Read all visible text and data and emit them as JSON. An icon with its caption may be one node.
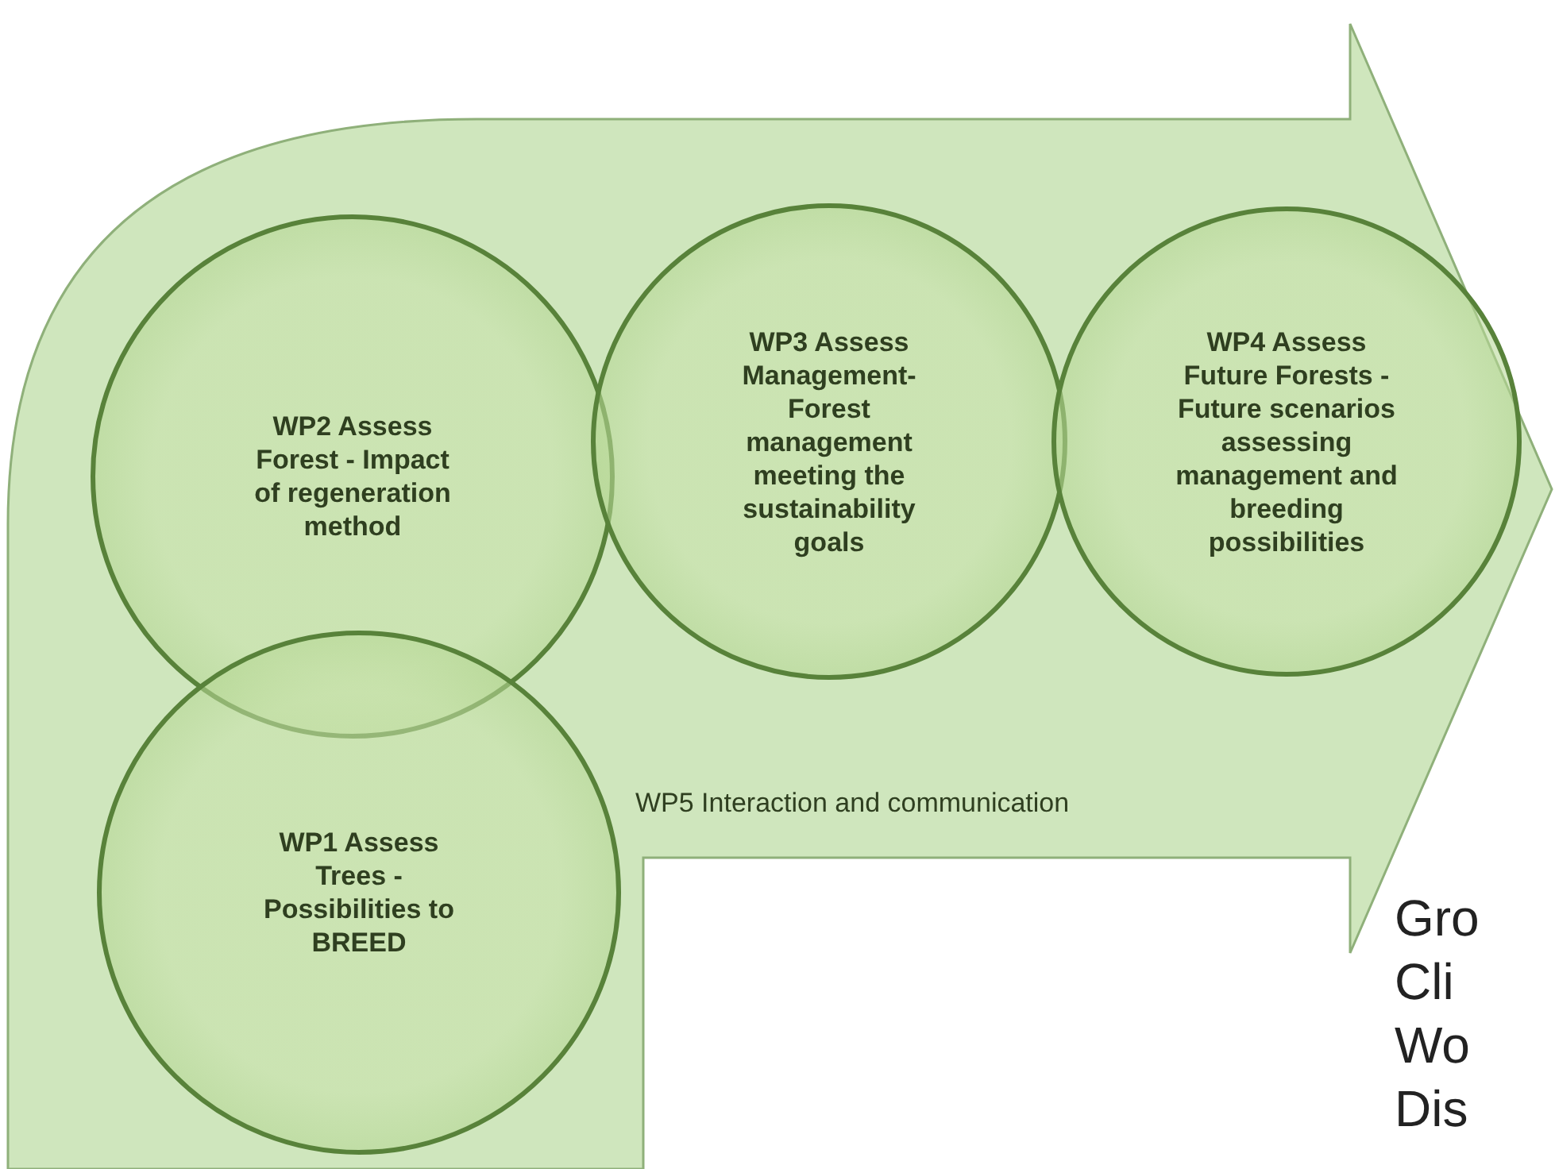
{
  "diagram": {
    "nodes": [
      {
        "text": [
          "WP5 Interaction and communication"
        ]
      },
      {
        "text": [
          "WP2 Assess Forest - Impact of regeneration method"
        ],
        "in": 0
      },
      {
        "text": [
          "WP3 Assess Management- Forest management meeting the sustainability goals"
        ],
        "in": 0
      },
      {
        "text": [
          "WP4 Assess Future Forests - Future scenarios assessing management and breeding possibilities"
        ],
        "in": 0
      },
      {
        "text": [
          "WP1 Assess Trees - Possibilities to BREED"
        ],
        "in": 0
      }
    ],
    "edges": [],
    "labels": [
      "Gro",
      "Cli",
      "Wo",
      "Dis"
    ]
  }
}
